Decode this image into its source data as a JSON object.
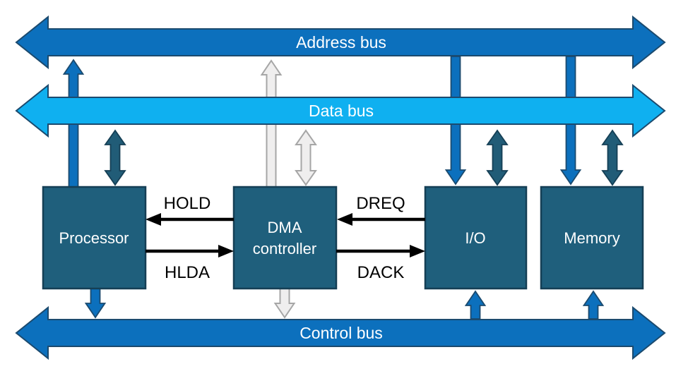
{
  "diagram": {
    "kind": "dma-block-diagram",
    "background": "#FFFFFF"
  },
  "buses": {
    "address": {
      "label": "Address bus",
      "direction": "bidirectional",
      "fill": "#0C70BD"
    },
    "data": {
      "label": "Data bus",
      "direction": "bidirectional",
      "fill": "#0FB0F0"
    },
    "control": {
      "label": "Control bus",
      "direction": "bidirectional",
      "fill": "#0C70BD"
    }
  },
  "components": {
    "processor": {
      "label": "Processor"
    },
    "dma": {
      "label_lines": [
        "DMA",
        "controller"
      ]
    },
    "io": {
      "label": "I/O"
    },
    "memory": {
      "label": "Memory"
    }
  },
  "signals": {
    "hold": {
      "label": "HOLD",
      "from": "dma-controller",
      "to": "processor"
    },
    "hlda": {
      "label": "HLDA",
      "from": "processor",
      "to": "dma-controller"
    },
    "dreq": {
      "label": "DREQ",
      "from": "io",
      "to": "dma-controller"
    },
    "dack": {
      "label": "DACK",
      "from": "dma-controller",
      "to": "io"
    }
  },
  "bus_taps": [
    {
      "component": "processor",
      "bus": "address",
      "direction": "to-bus",
      "style": "blue"
    },
    {
      "component": "processor",
      "bus": "data",
      "direction": "bidirectional",
      "style": "teal"
    },
    {
      "component": "processor",
      "bus": "control",
      "direction": "to-bus",
      "style": "blue"
    },
    {
      "component": "dma-controller",
      "bus": "address",
      "direction": "to-bus",
      "style": "gray"
    },
    {
      "component": "dma-controller",
      "bus": "data",
      "direction": "bidirectional",
      "style": "gray"
    },
    {
      "component": "dma-controller",
      "bus": "control",
      "direction": "to-bus",
      "style": "gray"
    },
    {
      "component": "io",
      "bus": "address",
      "direction": "from-bus",
      "style": "blue"
    },
    {
      "component": "io",
      "bus": "data",
      "direction": "bidirectional",
      "style": "teal"
    },
    {
      "component": "io",
      "bus": "control",
      "direction": "from-bus",
      "style": "blue"
    },
    {
      "component": "memory",
      "bus": "address",
      "direction": "from-bus",
      "style": "blue"
    },
    {
      "component": "memory",
      "bus": "data",
      "direction": "bidirectional",
      "style": "teal"
    },
    {
      "component": "memory",
      "bus": "control",
      "direction": "from-bus",
      "style": "blue"
    }
  ],
  "colors": {
    "bus_blue": "#0C70BD",
    "bus_light_blue": "#0FB0F0",
    "bus_border": "#1B4A6E",
    "box_fill": "#1F5F7C",
    "box_border": "#153F55",
    "arrow_teal": "#215C77",
    "arrow_gray_fill": "#EFEEEE",
    "arrow_gray_border": "#A6A6A6",
    "signal_black": "#000000",
    "label_white": "#FFFFFF"
  }
}
